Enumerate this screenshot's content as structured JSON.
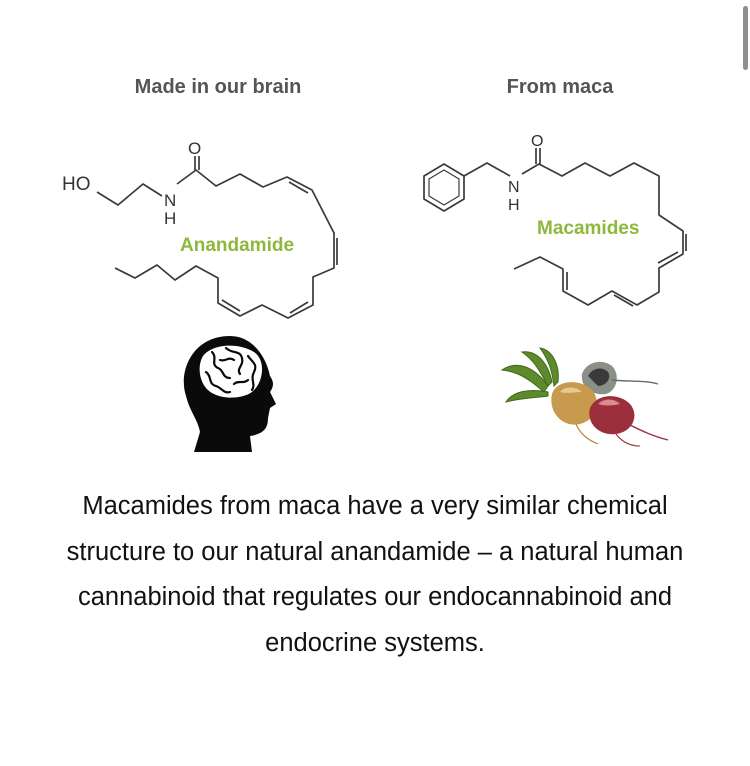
{
  "left_panel": {
    "heading": "Made in our brain",
    "molecule_name": "Anandamide",
    "atoms": {
      "hydroxyl": "HO",
      "oxygen": "O",
      "nitrogen": "N",
      "hydrogen": "H"
    },
    "illustration": "brain-head-silhouette-icon"
  },
  "right_panel": {
    "heading": "From maca",
    "molecule_name": "Macamides",
    "atoms": {
      "oxygen": "O",
      "nitrogen": "N",
      "hydrogen": "H"
    },
    "illustration": "maca-roots-illustration"
  },
  "caption": "Macamides from maca have a very similar chemical structure to our natural anandamide – a natural human cannabinoid that regulates our endocannabinoid and endocrine systems.",
  "colors": {
    "molecule_label": "#8cb83c",
    "heading": "#555555",
    "text": "#111111"
  }
}
